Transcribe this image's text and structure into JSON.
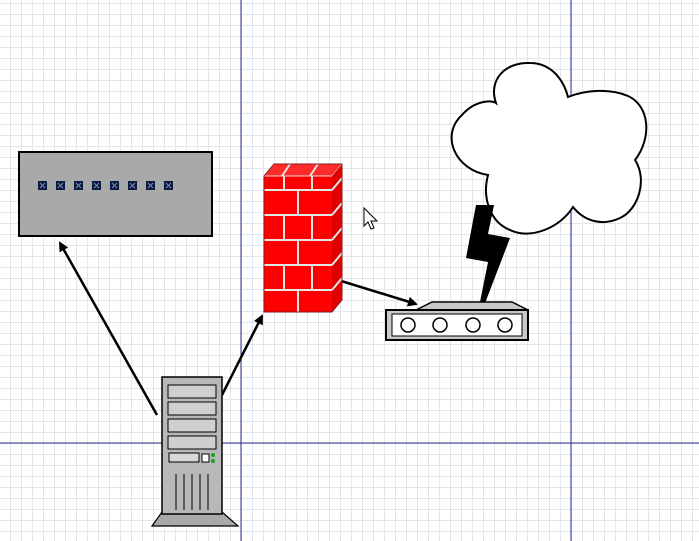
{
  "diagram": {
    "shapes": [
      {
        "name": "switch",
        "icon": "network-switch-icon"
      },
      {
        "name": "firewall",
        "icon": "brick-firewall-icon"
      },
      {
        "name": "router",
        "icon": "router-icon"
      },
      {
        "name": "cloud",
        "icon": "cloud-icon"
      },
      {
        "name": "lightning",
        "icon": "lightning-bolt-icon"
      },
      {
        "name": "server",
        "icon": "tower-server-icon"
      }
    ],
    "connectors": [
      {
        "from": "server",
        "to": "switch"
      },
      {
        "from": "server",
        "to": "firewall"
      },
      {
        "from": "firewall",
        "to": "router"
      }
    ]
  },
  "colors": {
    "grid": "#dfe6ee",
    "page_guide": "#2b2f8a",
    "switch_fill": "#a9a9a9",
    "brick_red": "#ff0000",
    "router_fill": "#c8c8c8",
    "server_fill": "#b8b8b8",
    "led_green": "#1aa31a",
    "stroke": "#000000"
  }
}
